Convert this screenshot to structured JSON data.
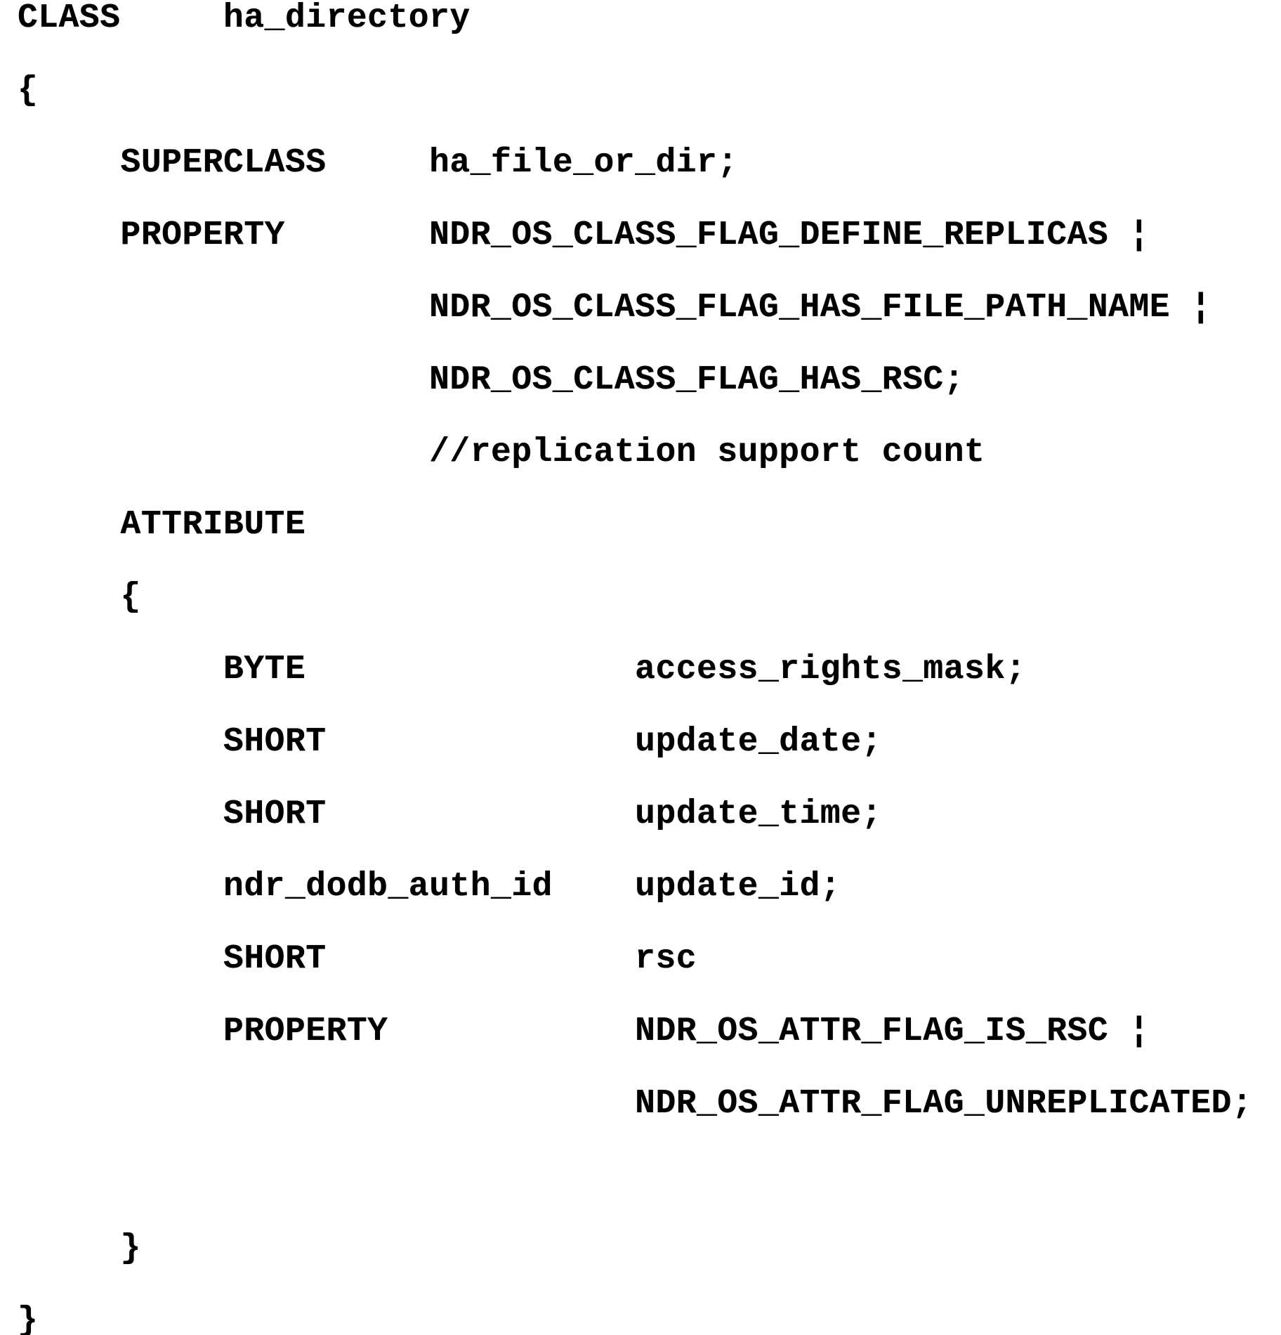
{
  "page": {
    "background_color": "#ffffff",
    "ink_color": "#000000"
  },
  "code": {
    "lines": [
      "CLASS     ha_directory",
      "{",
      "     SUPERCLASS     ha_file_or_dir;",
      "     PROPERTY       NDR_OS_CLASS_FLAG_DEFINE_REPLICAS ¦",
      "                    NDR_OS_CLASS_FLAG_HAS_FILE_PATH_NAME ¦",
      "                    NDR_OS_CLASS_FLAG_HAS_RSC;",
      "                    //replication support count",
      "     ATTRIBUTE",
      "     {",
      "          BYTE                access_rights_mask;",
      "          SHORT               update_date;",
      "          SHORT               update_time;",
      "          ndr_dodb_auth_id    update_id;",
      "          SHORT               rsc",
      "          PROPERTY            NDR_OS_ATTR_FLAG_IS_RSC ¦",
      "                              NDR_OS_ATTR_FLAG_UNREPLICATED;",
      "",
      "     }",
      "}"
    ]
  }
}
